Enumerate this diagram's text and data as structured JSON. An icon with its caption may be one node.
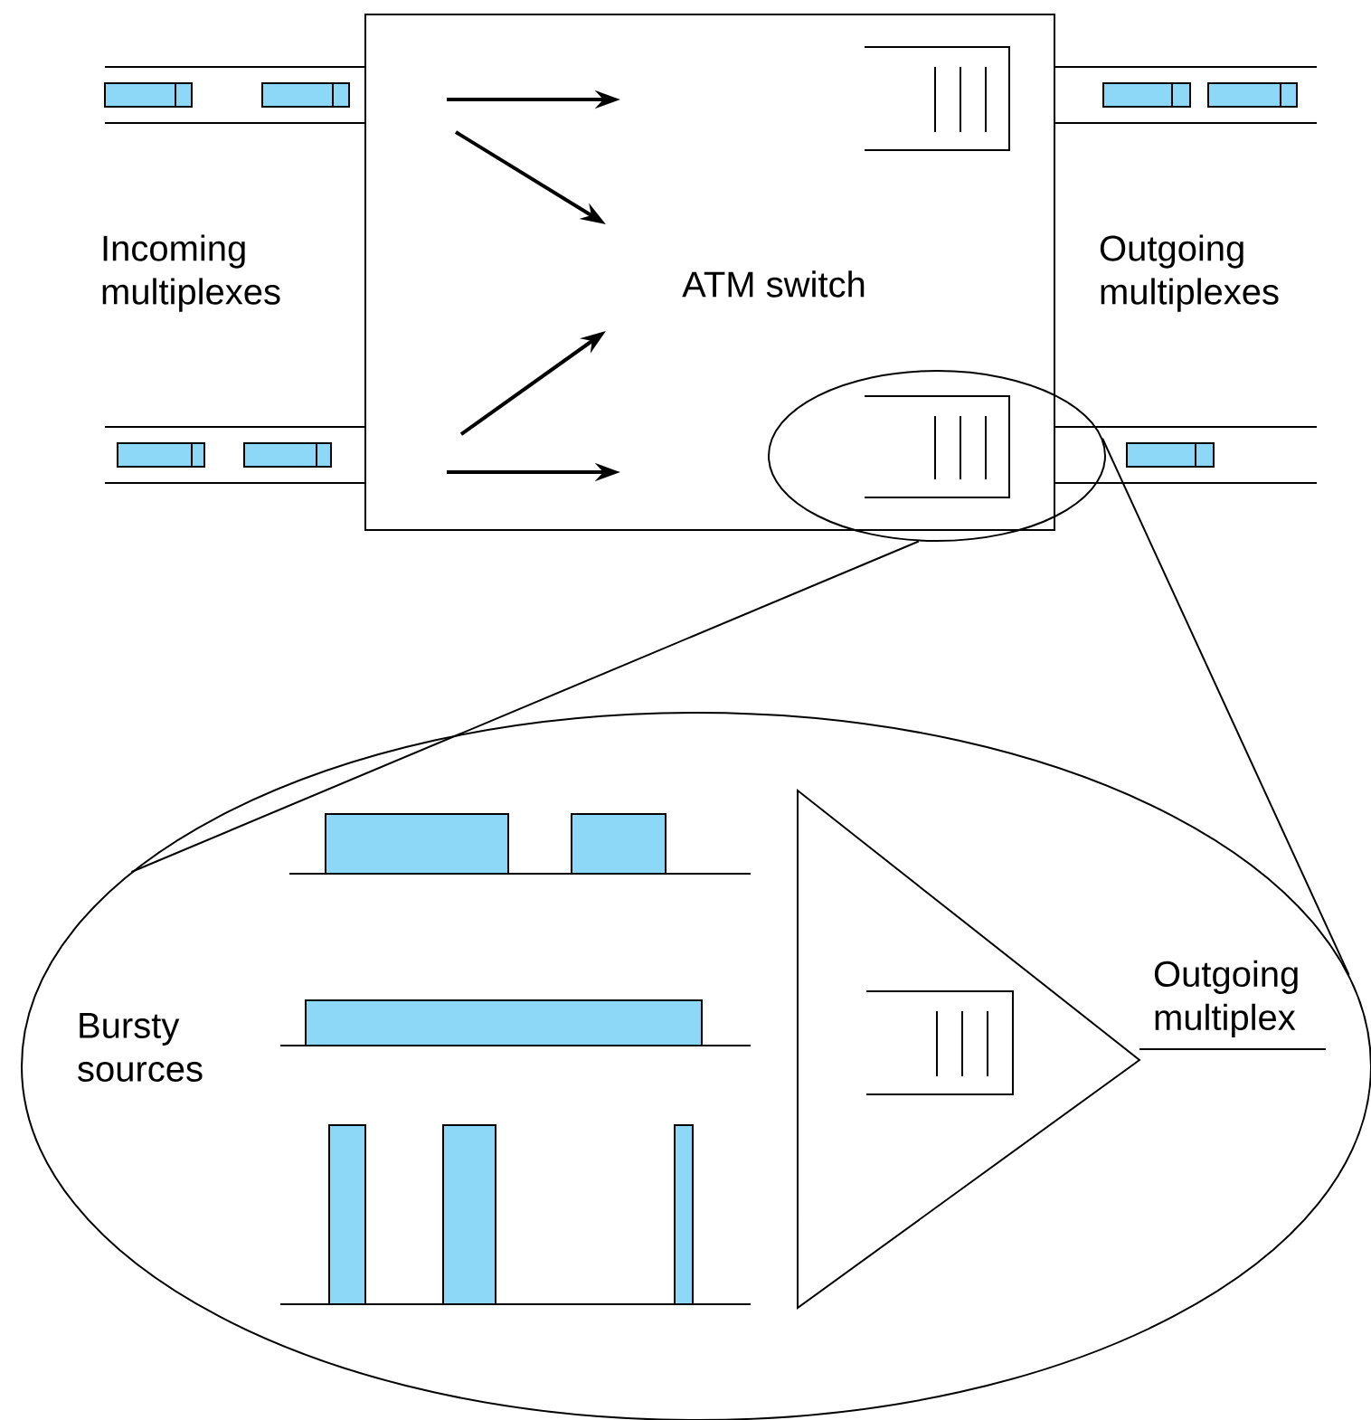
{
  "diagram": {
    "nodes": [
      {
        "text": [
          "ATM switch"
        ]
      },
      {
        "text": [],
        "shape": "ellipse"
      },
      {
        "text": [],
        "shape": "ellipse"
      },
      {
        "text": [],
        "shape": "triangle",
        "in": 2,
        "beside": [
          "Outgoing multiplex"
        ]
      }
    ],
    "edges": [
      {
        "from": 1,
        "to": 2,
        "arrow": "none"
      },
      {
        "from": 1,
        "to": 2,
        "arrow": "none"
      }
    ],
    "labels": [
      "Incoming multiplexes",
      "Outgoing multiplexes",
      "Bursty sources"
    ]
  }
}
